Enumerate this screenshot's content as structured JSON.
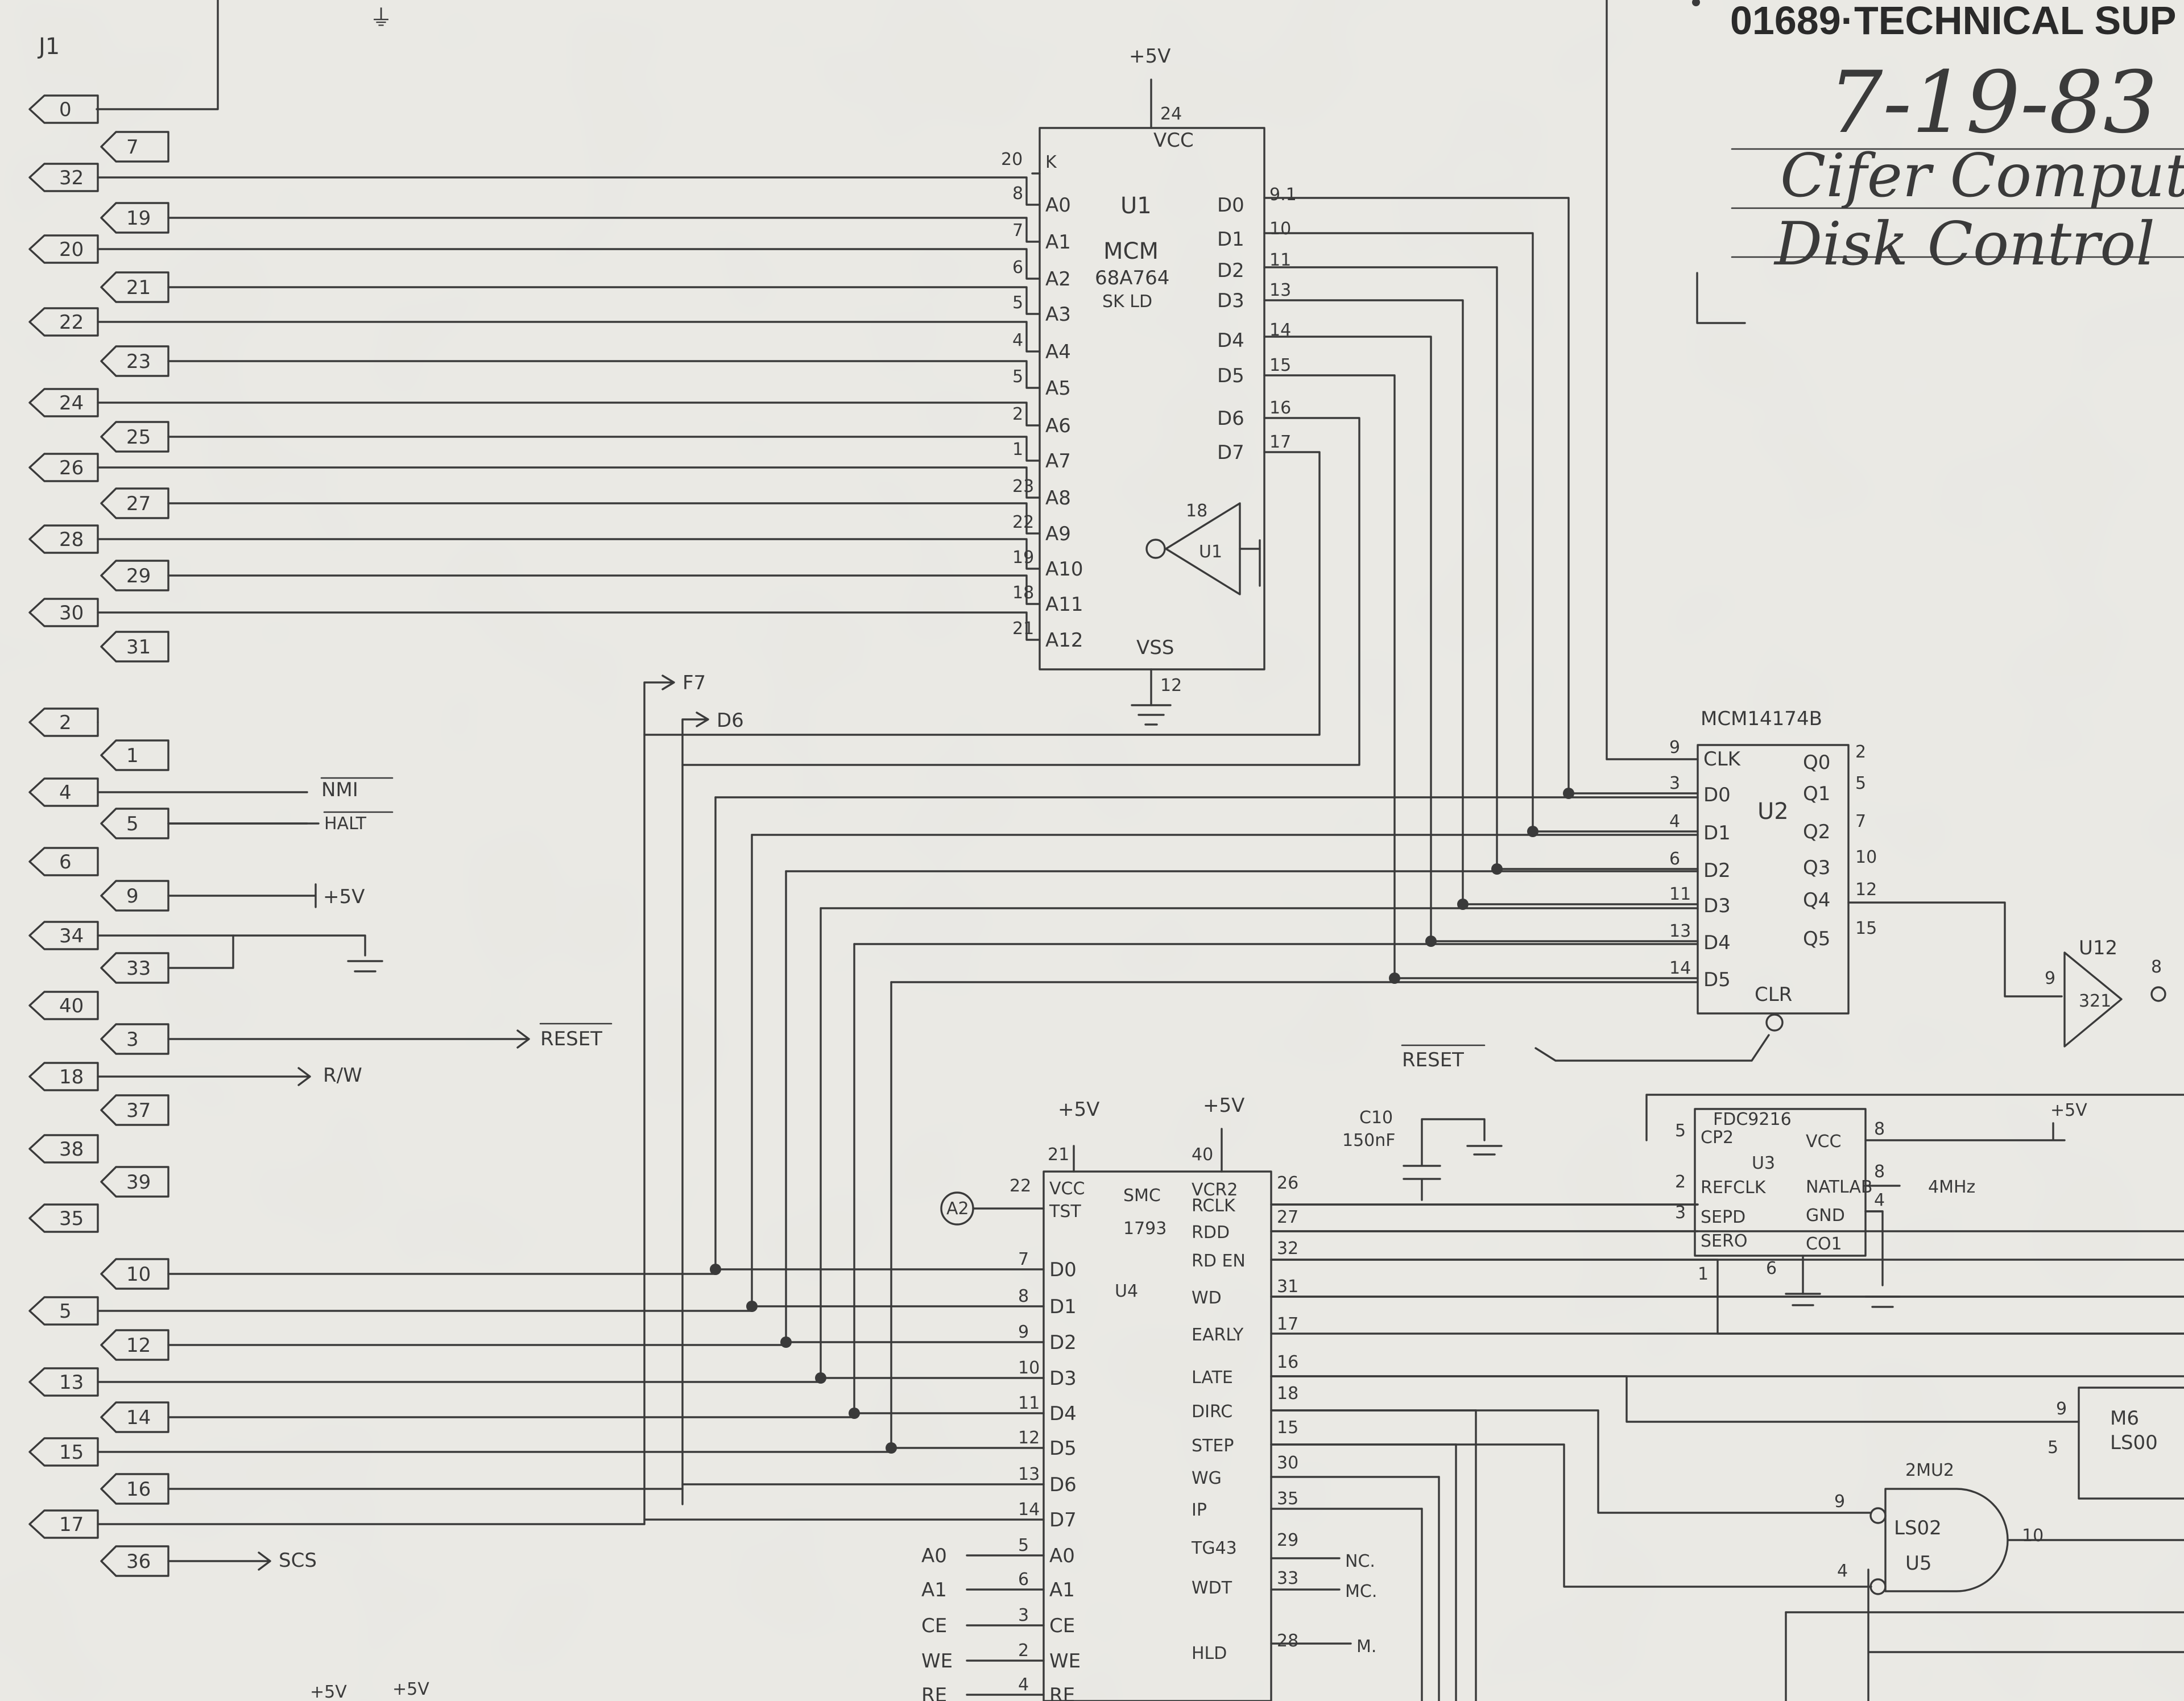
{
  "title_block": {
    "stamp": "01689·TECHNICAL SUP",
    "date": "7-19-83",
    "line1": "Cifer Computer",
    "line2": "Disk Control"
  },
  "connector": {
    "name": "J1",
    "left_pins": [
      "0",
      "32",
      "20",
      "22",
      "24",
      "26",
      "28",
      "30",
      "2",
      "4",
      "6",
      "34",
      "40",
      "18",
      "38",
      "35",
      "5",
      "13",
      "15",
      "17"
    ],
    "right_pins": [
      "7",
      "19",
      "21",
      "23",
      "25",
      "27",
      "29",
      "31",
      "1",
      "5",
      "9",
      "33",
      "3",
      "37",
      "39",
      "10",
      "12",
      "14",
      "16",
      "36"
    ],
    "signals": {
      "nmi": "NMI",
      "halt": "HALT",
      "plus5v": "+5V",
      "reset": "RESET",
      "rw": "R/W",
      "scs": "SCS",
      "f7": "F7",
      "d6": "D6"
    }
  },
  "u1": {
    "ref": "U1",
    "part": "MCM",
    "part2": "68A764",
    "part3": "SK LD",
    "vcc": "VCC",
    "vss": "VSS",
    "vcc_pin": "24",
    "vss_pin": "12",
    "supply": "+5V",
    "k_pin": "20",
    "k_label": "K",
    "left_pin_nums": [
      "8",
      "7",
      "6",
      "5",
      "4",
      "5",
      "2",
      "1",
      "23",
      "22",
      "19",
      "18",
      "21"
    ],
    "left_pin_names": [
      "A0",
      "A1",
      "A2",
      "A3",
      "A4",
      "A5",
      "A6",
      "A7",
      "A8",
      "A9",
      "A10",
      "A11",
      "A12"
    ],
    "right_pin_names": [
      "D0",
      "D1",
      "D2",
      "D3",
      "D4",
      "D5",
      "D6",
      "D7"
    ],
    "right_pin_nums": [
      "9.1",
      "10",
      "11",
      "13",
      "14",
      "15",
      "16",
      "17"
    ],
    "inverter_pin": "18",
    "inverter_ref": "U1"
  },
  "u2": {
    "part": "MCM14174B",
    "ref": "U2",
    "left_pin_nums": [
      "9",
      "3",
      "4",
      "6",
      "11",
      "13",
      "14"
    ],
    "left_pin_names": [
      "CLK",
      "D0",
      "D1",
      "D2",
      "D3",
      "D4",
      "D5"
    ],
    "right_pin_names": [
      "Q0",
      "Q1",
      "Q2",
      "Q3",
      "Q4",
      "Q5"
    ],
    "right_pin_nums": [
      "2",
      "5",
      "7",
      "10",
      "12",
      "15"
    ],
    "clr": "CLR"
  },
  "u12": {
    "ref": "U12",
    "part": "321",
    "in_pin": "9",
    "out_pin": "8"
  },
  "u4": {
    "part": "SMC",
    "part2": "1793",
    "ref": "U4",
    "vcc": "VCC",
    "tst": "TST",
    "supply_a": "+5V",
    "supply_b": "+5V",
    "vcc_pin": "21",
    "vcc_pin2": "22",
    "vdd_pin": "40",
    "a2": "A2",
    "left_pin_nums": [
      "7",
      "8",
      "9",
      "10",
      "11",
      "12",
      "13",
      "14",
      "5",
      "6",
      "3",
      "2",
      "4"
    ],
    "left_pin_names": [
      "D0",
      "D1",
      "D2",
      "D3",
      "D4",
      "D5",
      "D6",
      "D7",
      "A0",
      "A1",
      "CE",
      "WE",
      "RE"
    ],
    "left_inputs": [
      "A0",
      "A1",
      "CE",
      "WE",
      "RE"
    ],
    "right_pin_names": [
      "VCR2",
      "RCLK",
      "RDD",
      "RD EN",
      "WD",
      "EARLY",
      "LATE",
      "DIRC",
      "STEP",
      "WG",
      "IP",
      "TG43",
      "WDT",
      "HLD"
    ],
    "right_pin_nums": [
      "26",
      "27",
      "32",
      "31",
      "17",
      "16",
      "18",
      "15",
      "30",
      "35",
      "29",
      "33",
      "28"
    ],
    "nc": "NC.",
    "nc2": "MC.",
    "m": "M."
  },
  "u3": {
    "part": "FDC9216",
    "ref": "U3",
    "left_pin_nums": [
      "5",
      "2",
      "3"
    ],
    "left_pin_names": [
      "CP2",
      "REFCLK",
      "SEPD",
      "SERO"
    ],
    "right_pin_names": [
      "VCC",
      "NATLAB",
      "GND",
      "CO1"
    ],
    "right_pin_nums": [
      "8",
      "8",
      "4"
    ],
    "gnd_pin": "6",
    "ser_pin": "1",
    "supply": "+5V",
    "freq": "4MHz"
  },
  "cap": {
    "ref": "C10",
    "value": "150nF"
  },
  "u5": {
    "part": "LS02",
    "ref": "U5",
    "in_a": "9",
    "in_b": "4",
    "out": "10",
    "extra": "2MU2"
  },
  "u6": {
    "part": "LS00",
    "ref": "M6",
    "pin_a": "9",
    "pin_b": "5"
  },
  "reset_label": "RESET",
  "bottom_supply": [
    "+5V",
    "+5V"
  ]
}
